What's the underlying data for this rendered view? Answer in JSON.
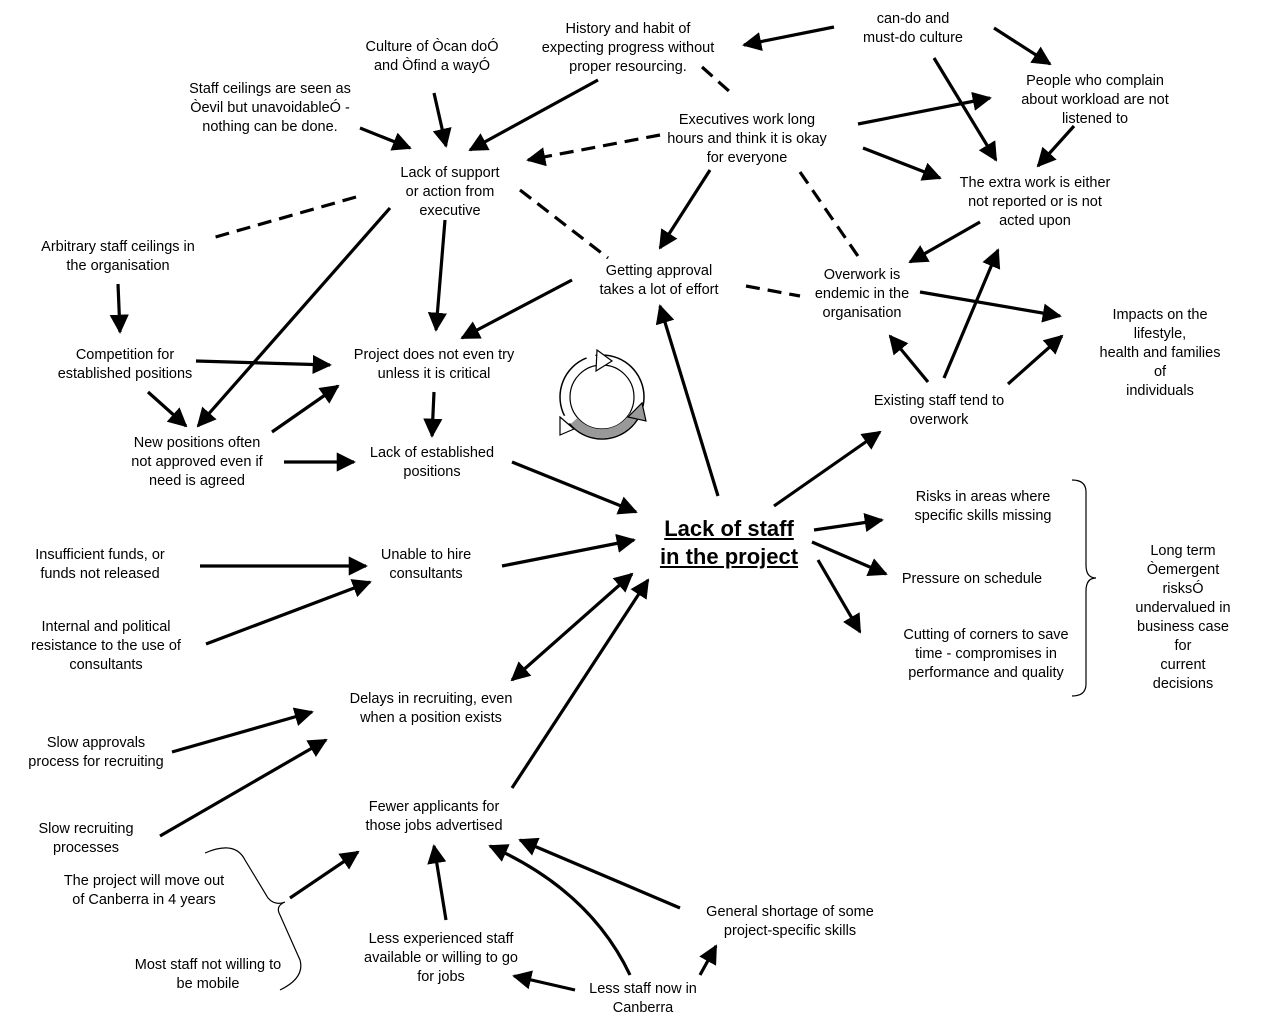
{
  "nodes": [
    {
      "id": "can_do",
      "text": "can-do and\nmust-do culture"
    },
    {
      "id": "history",
      "text": "History and habit of\nexpecting progress without\nproper resourcing."
    },
    {
      "id": "culture_find",
      "text": "Culture of Òcan doÓ\nand Òfind a wayÓ"
    },
    {
      "id": "staff_ceil_evil",
      "text": "Staff ceilings are seen as\nÒevil but unavoidableÓ -\nnothing can be done."
    },
    {
      "id": "people_complain",
      "text": "People who complain\nabout workload are not\nlistened to"
    },
    {
      "id": "executives",
      "text": "Executives work long\nhours and think it is okay\nfor everyone"
    },
    {
      "id": "lack_support",
      "text": "Lack of support\nor action from\nexecutive"
    },
    {
      "id": "extra_work",
      "text": "The extra work is either\nnot reported or is not\nacted upon"
    },
    {
      "id": "arbitrary",
      "text": "Arbitrary staff ceilings in\nthe organisation"
    },
    {
      "id": "getting_approval",
      "text": "Getting approval\ntakes a lot of effort"
    },
    {
      "id": "overwork_endemic",
      "text": "Overwork is\nendemic in the\norganisation"
    },
    {
      "id": "impacts",
      "text": "Impacts on the lifestyle,\nhealth and families of\nindividuals"
    },
    {
      "id": "competition",
      "text": "Competition for\nestablished positions"
    },
    {
      "id": "project_not_try",
      "text": "Project does not even try\nunless it is critical"
    },
    {
      "id": "existing_overwork",
      "text": "Existing staff tend to\noverwork"
    },
    {
      "id": "new_positions",
      "text": "New positions often\nnot approved even if\nneed is agreed"
    },
    {
      "id": "lack_established",
      "text": "Lack of established\npositions"
    },
    {
      "id": "risks_areas",
      "text": "Risks in areas where\nspecific skills missing"
    },
    {
      "id": "central",
      "text": "Lack of staff\nin the project"
    },
    {
      "id": "long_term",
      "text": "Long term Òemergent\nrisksÓ undervalued in\nbusiness case for\ncurrent decisions"
    },
    {
      "id": "insufficient_funds",
      "text": "Insufficient funds, or\nfunds not released"
    },
    {
      "id": "unable_hire",
      "text": "Unable to hire\nconsultants"
    },
    {
      "id": "pressure",
      "text": "Pressure on schedule"
    },
    {
      "id": "internal_political",
      "text": "Internal and political\nresistance to the use of\nconsultants"
    },
    {
      "id": "cutting_corners",
      "text": "Cutting of corners to save\ntime - compromises in\nperformance and quality"
    },
    {
      "id": "delays",
      "text": "Delays in recruiting, even\nwhen a position exists"
    },
    {
      "id": "slow_approvals",
      "text": "Slow approvals\nprocess for recruiting"
    },
    {
      "id": "fewer_applicants",
      "text": "Fewer applicants for\nthose jobs advertised"
    },
    {
      "id": "slow_recruiting",
      "text": "Slow recruiting\nprocesses"
    },
    {
      "id": "move_canberra",
      "text": "The project will move out\nof Canberra in 4 years"
    },
    {
      "id": "general_shortage",
      "text": "General shortage of some\nproject-specific skills"
    },
    {
      "id": "less_experienced",
      "text": "Less experienced staff\navailable or willing to go\nfor jobs"
    },
    {
      "id": "most_staff_mobile",
      "text": "Most staff not willing to\nbe mobile"
    },
    {
      "id": "less_staff_canberra",
      "text": "Less staff now in\nCanberra"
    }
  ],
  "edges": [
    {
      "from": "can_do",
      "to": "history",
      "style": "solid"
    },
    {
      "from": "can_do",
      "to": "people_complain",
      "style": "solid"
    },
    {
      "from": "can_do",
      "to": "extra_work",
      "style": "solid"
    },
    {
      "from": "history",
      "to": "lack_support",
      "style": "solid"
    },
    {
      "from": "history",
      "to": "executives",
      "style": "dashed"
    },
    {
      "from": "culture_find",
      "to": "lack_support",
      "style": "solid"
    },
    {
      "from": "staff_ceil_evil",
      "to": "lack_support",
      "style": "solid"
    },
    {
      "from": "executives",
      "to": "lack_support",
      "style": "dashed-arrow"
    },
    {
      "from": "executives",
      "to": "people_complain",
      "style": "solid"
    },
    {
      "from": "executives",
      "to": "extra_work",
      "style": "solid"
    },
    {
      "from": "executives",
      "to": "getting_approval",
      "style": "solid"
    },
    {
      "from": "executives",
      "to": "overwork_endemic",
      "style": "dashed"
    },
    {
      "from": "people_complain",
      "to": "extra_work",
      "style": "solid"
    },
    {
      "from": "extra_work",
      "to": "overwork_endemic",
      "style": "solid"
    },
    {
      "from": "lack_support",
      "to": "arbitrary",
      "style": "dashed"
    },
    {
      "from": "lack_support",
      "to": "getting_approval",
      "style": "dashed"
    },
    {
      "from": "lack_support",
      "to": "project_not_try",
      "style": "solid"
    },
    {
      "from": "lack_support",
      "to": "new_positions",
      "style": "solid"
    },
    {
      "from": "arbitrary",
      "to": "competition",
      "style": "solid"
    },
    {
      "from": "competition",
      "to": "project_not_try",
      "style": "solid"
    },
    {
      "from": "competition",
      "to": "new_positions",
      "style": "solid"
    },
    {
      "from": "new_positions",
      "to": "project_not_try",
      "style": "solid"
    },
    {
      "from": "new_positions",
      "to": "lack_established",
      "style": "solid"
    },
    {
      "from": "getting_approval",
      "to": "project_not_try",
      "style": "solid"
    },
    {
      "from": "getting_approval",
      "to": "overwork_endemic",
      "style": "dashed"
    },
    {
      "from": "project_not_try",
      "to": "lack_established",
      "style": "solid"
    },
    {
      "from": "lack_established",
      "to": "central",
      "style": "solid"
    },
    {
      "from": "central",
      "to": "getting_approval",
      "style": "solid"
    },
    {
      "from": "central",
      "to": "existing_overwork",
      "style": "solid"
    },
    {
      "from": "existing_overwork",
      "to": "overwork_endemic",
      "style": "solid"
    },
    {
      "from": "existing_overwork",
      "to": "extra_work",
      "style": "solid"
    },
    {
      "from": "existing_overwork",
      "to": "impacts",
      "style": "solid"
    },
    {
      "from": "overwork_endemic",
      "to": "impacts",
      "style": "solid"
    },
    {
      "from": "central",
      "to": "risks_areas",
      "style": "solid"
    },
    {
      "from": "central",
      "to": "pressure",
      "style": "solid"
    },
    {
      "from": "central",
      "to": "cutting_corners",
      "style": "solid"
    },
    {
      "from": "insufficient_funds",
      "to": "unable_hire",
      "style": "solid"
    },
    {
      "from": "internal_political",
      "to": "unable_hire",
      "style": "solid"
    },
    {
      "from": "unable_hire",
      "to": "central",
      "style": "solid"
    },
    {
      "from": "delays",
      "to": "central",
      "style": "double"
    },
    {
      "from": "slow_approvals",
      "to": "delays",
      "style": "solid"
    },
    {
      "from": "slow_recruiting",
      "to": "delays",
      "style": "solid"
    },
    {
      "from": "fewer_applicants",
      "to": "central",
      "style": "solid"
    },
    {
      "from": "move_canberra",
      "to": "fewer_applicants",
      "style": "solid"
    },
    {
      "from": "less_experienced",
      "to": "fewer_applicants",
      "style": "solid"
    },
    {
      "from": "less_staff_canberra",
      "to": "fewer_applicants",
      "style": "solid"
    },
    {
      "from": "general_shortage",
      "to": "fewer_applicants",
      "style": "solid"
    },
    {
      "from": "less_staff_canberra",
      "to": "less_experienced",
      "style": "solid"
    },
    {
      "from": "less_staff_canberra",
      "to": "general_shortage",
      "style": "solid"
    }
  ]
}
